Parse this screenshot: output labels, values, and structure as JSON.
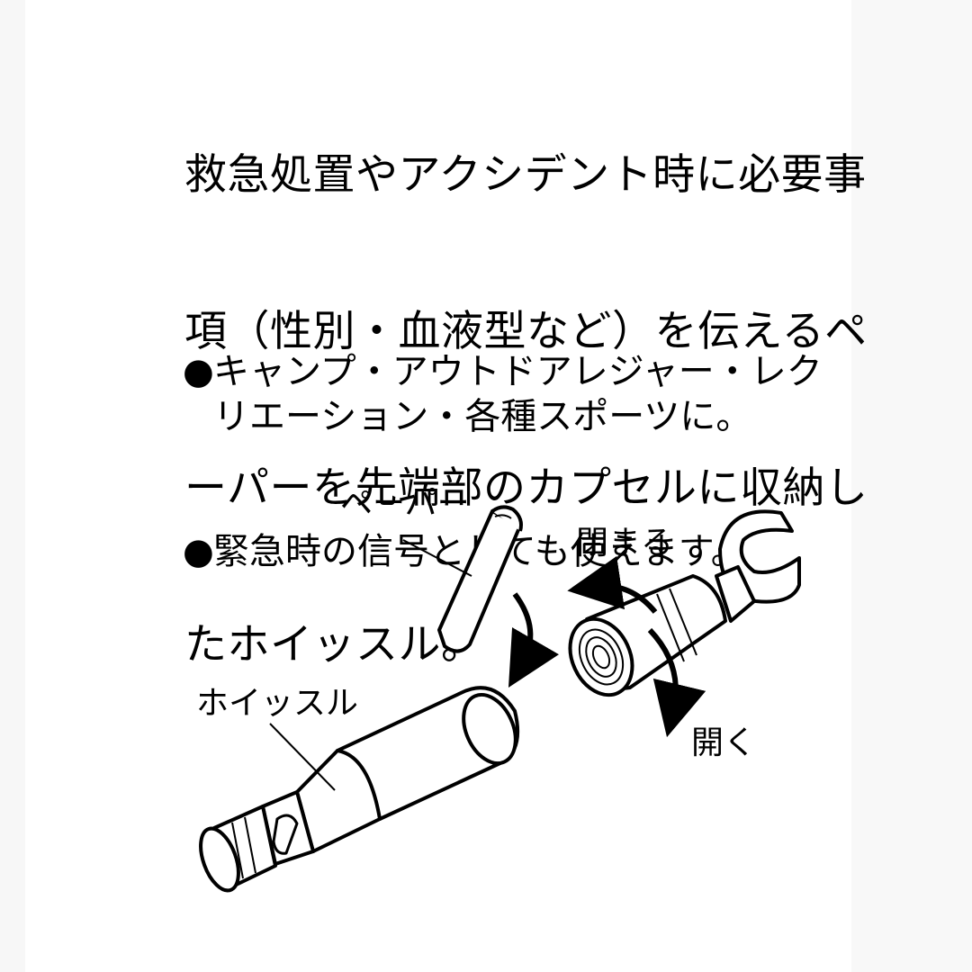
{
  "description_lines": [
    "救急処置やアクシデント時に必要事",
    "項（性別・血液型など）を伝えるペ",
    "ーパーを先端部のカプセルに収納し",
    "たホイッスル。"
  ],
  "features": [
    {
      "marker": "●",
      "text": "キャンプ・アウトドアレジャー・レク\nリエーション・各種スポーツに。"
    },
    {
      "marker": "●",
      "text": "緊急時の信号としても使えます。"
    }
  ],
  "diagram": {
    "paper_label": "ペーパー",
    "whistle_label": "ホイッスル",
    "close_label": "閉まる",
    "open_label": "開く"
  }
}
